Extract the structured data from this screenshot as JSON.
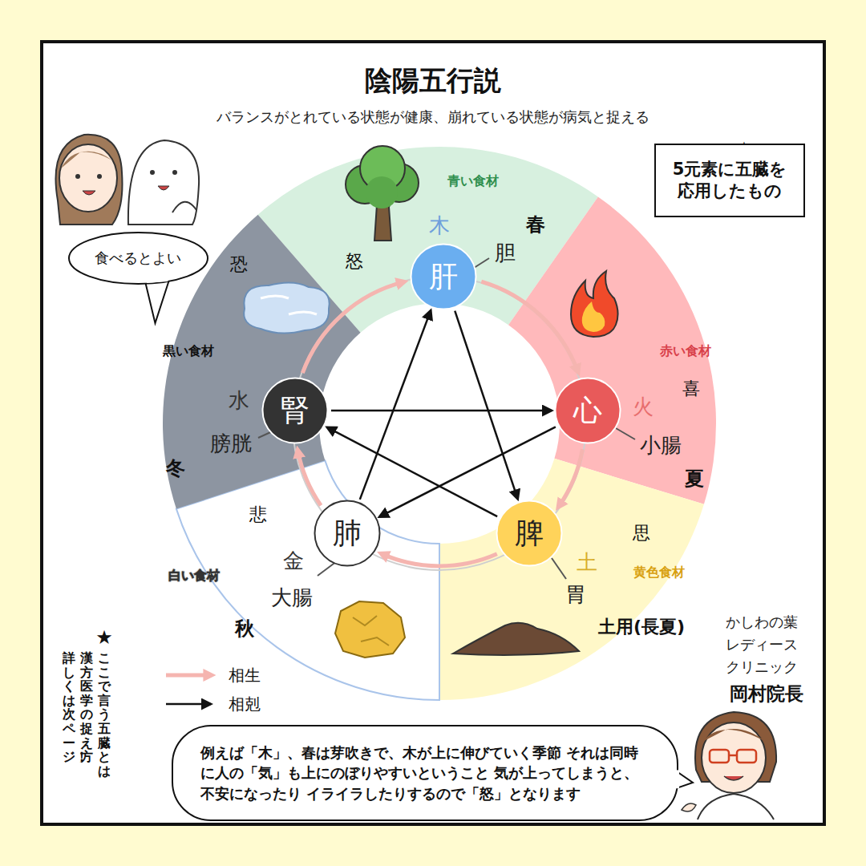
{
  "diagram": {
    "title": "陰陽五行説",
    "nodes": [
      {
        "text": [
          "5元素に五臓を応用したもの"
        ]
      },
      {
        "text": [
          "食べるとよい"
        ]
      },
      {
        "text": [
          "肝"
        ]
      },
      {
        "text": [
          "心"
        ]
      },
      {
        "text": [
          "脾"
        ]
      },
      {
        "text": [
          "肺"
        ]
      },
      {
        "text": [
          "腎"
        ]
      },
      {
        "text": [
          "例えば「木」、春は芽吹きで、木が上に伸びていく季節 それは同時に人の「気」も上にのぼりやすいということ 気が上ってしまうと、不安になったり イライラしたりするので「怒」となります"
        ]
      }
    ],
    "edges": [
      {
        "from": 2,
        "to": 3,
        "arrow": "to"
      },
      {
        "from": 3,
        "to": 4,
        "arrow": "to"
      },
      {
        "from": 4,
        "to": 5,
        "arrow": "to"
      },
      {
        "from": 5,
        "to": 6,
        "arrow": "to"
      },
      {
        "from": 6,
        "to": 2,
        "arrow": "to"
      },
      {
        "from": 2,
        "to": 4,
        "arrow": "to"
      },
      {
        "from": 4,
        "to": 6,
        "arrow": "to"
      },
      {
        "from": 6,
        "to": 3,
        "arrow": "to"
      },
      {
        "from": 3,
        "to": 5,
        "arrow": "to"
      },
      {
        "from": 5,
        "to": 2,
        "arrow": "to"
      }
    ],
    "labels": [
      "バランスがとれている状態が健康、崩れている状態が病気と捉える",
      "★",
      "青い食材",
      "木",
      "春",
      "胆",
      "怒",
      "赤い食材",
      "喜",
      "火",
      "小腸",
      "夏",
      "思",
      "土",
      "黄色食材",
      "胃",
      "土用(長夏)",
      "悲",
      "金",
      "白い食材",
      "大腸",
      "秋",
      "恐",
      "黒い食材",
      "水",
      "膀胱",
      "冬",
      "かしわの葉",
      "レディース",
      "クリニック",
      "岡村院長",
      "★",
      "ここで言う五臓とは",
      "漢方医学の捉え方",
      "詳しくは次ページ！"
    ],
    "legend": [
      {
        "text": "相生"
      },
      {
        "text": "相剋"
      }
    ]
  }
}
